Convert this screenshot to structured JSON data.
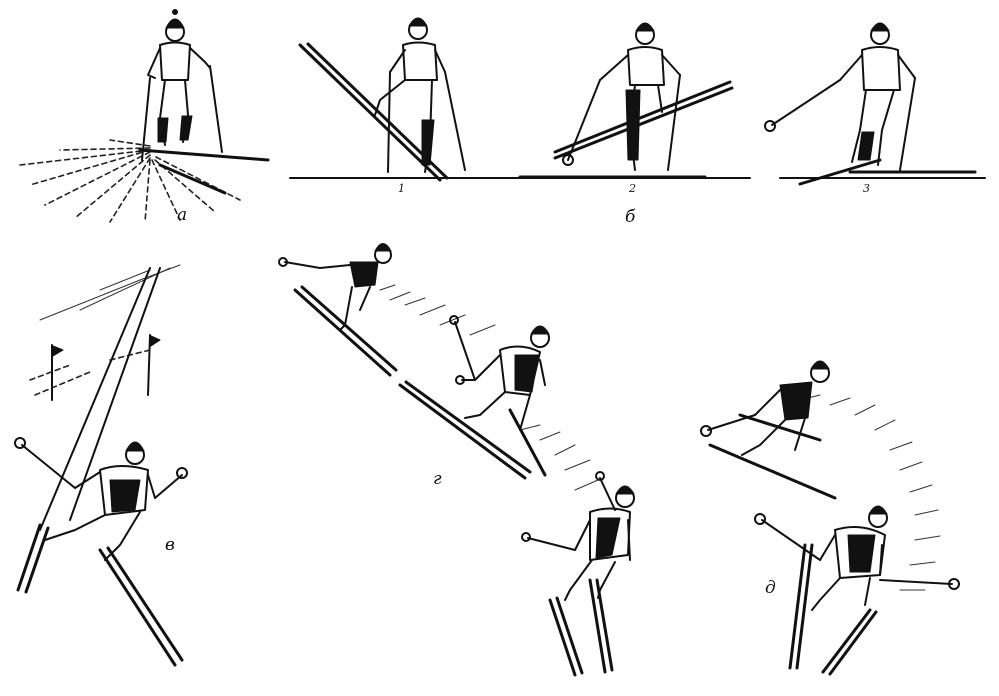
{
  "labels": {
    "a": "а",
    "b": "б",
    "v": "в",
    "g": "г",
    "d": "д",
    "n1": "1",
    "n2": "2",
    "n3": "3"
  }
}
